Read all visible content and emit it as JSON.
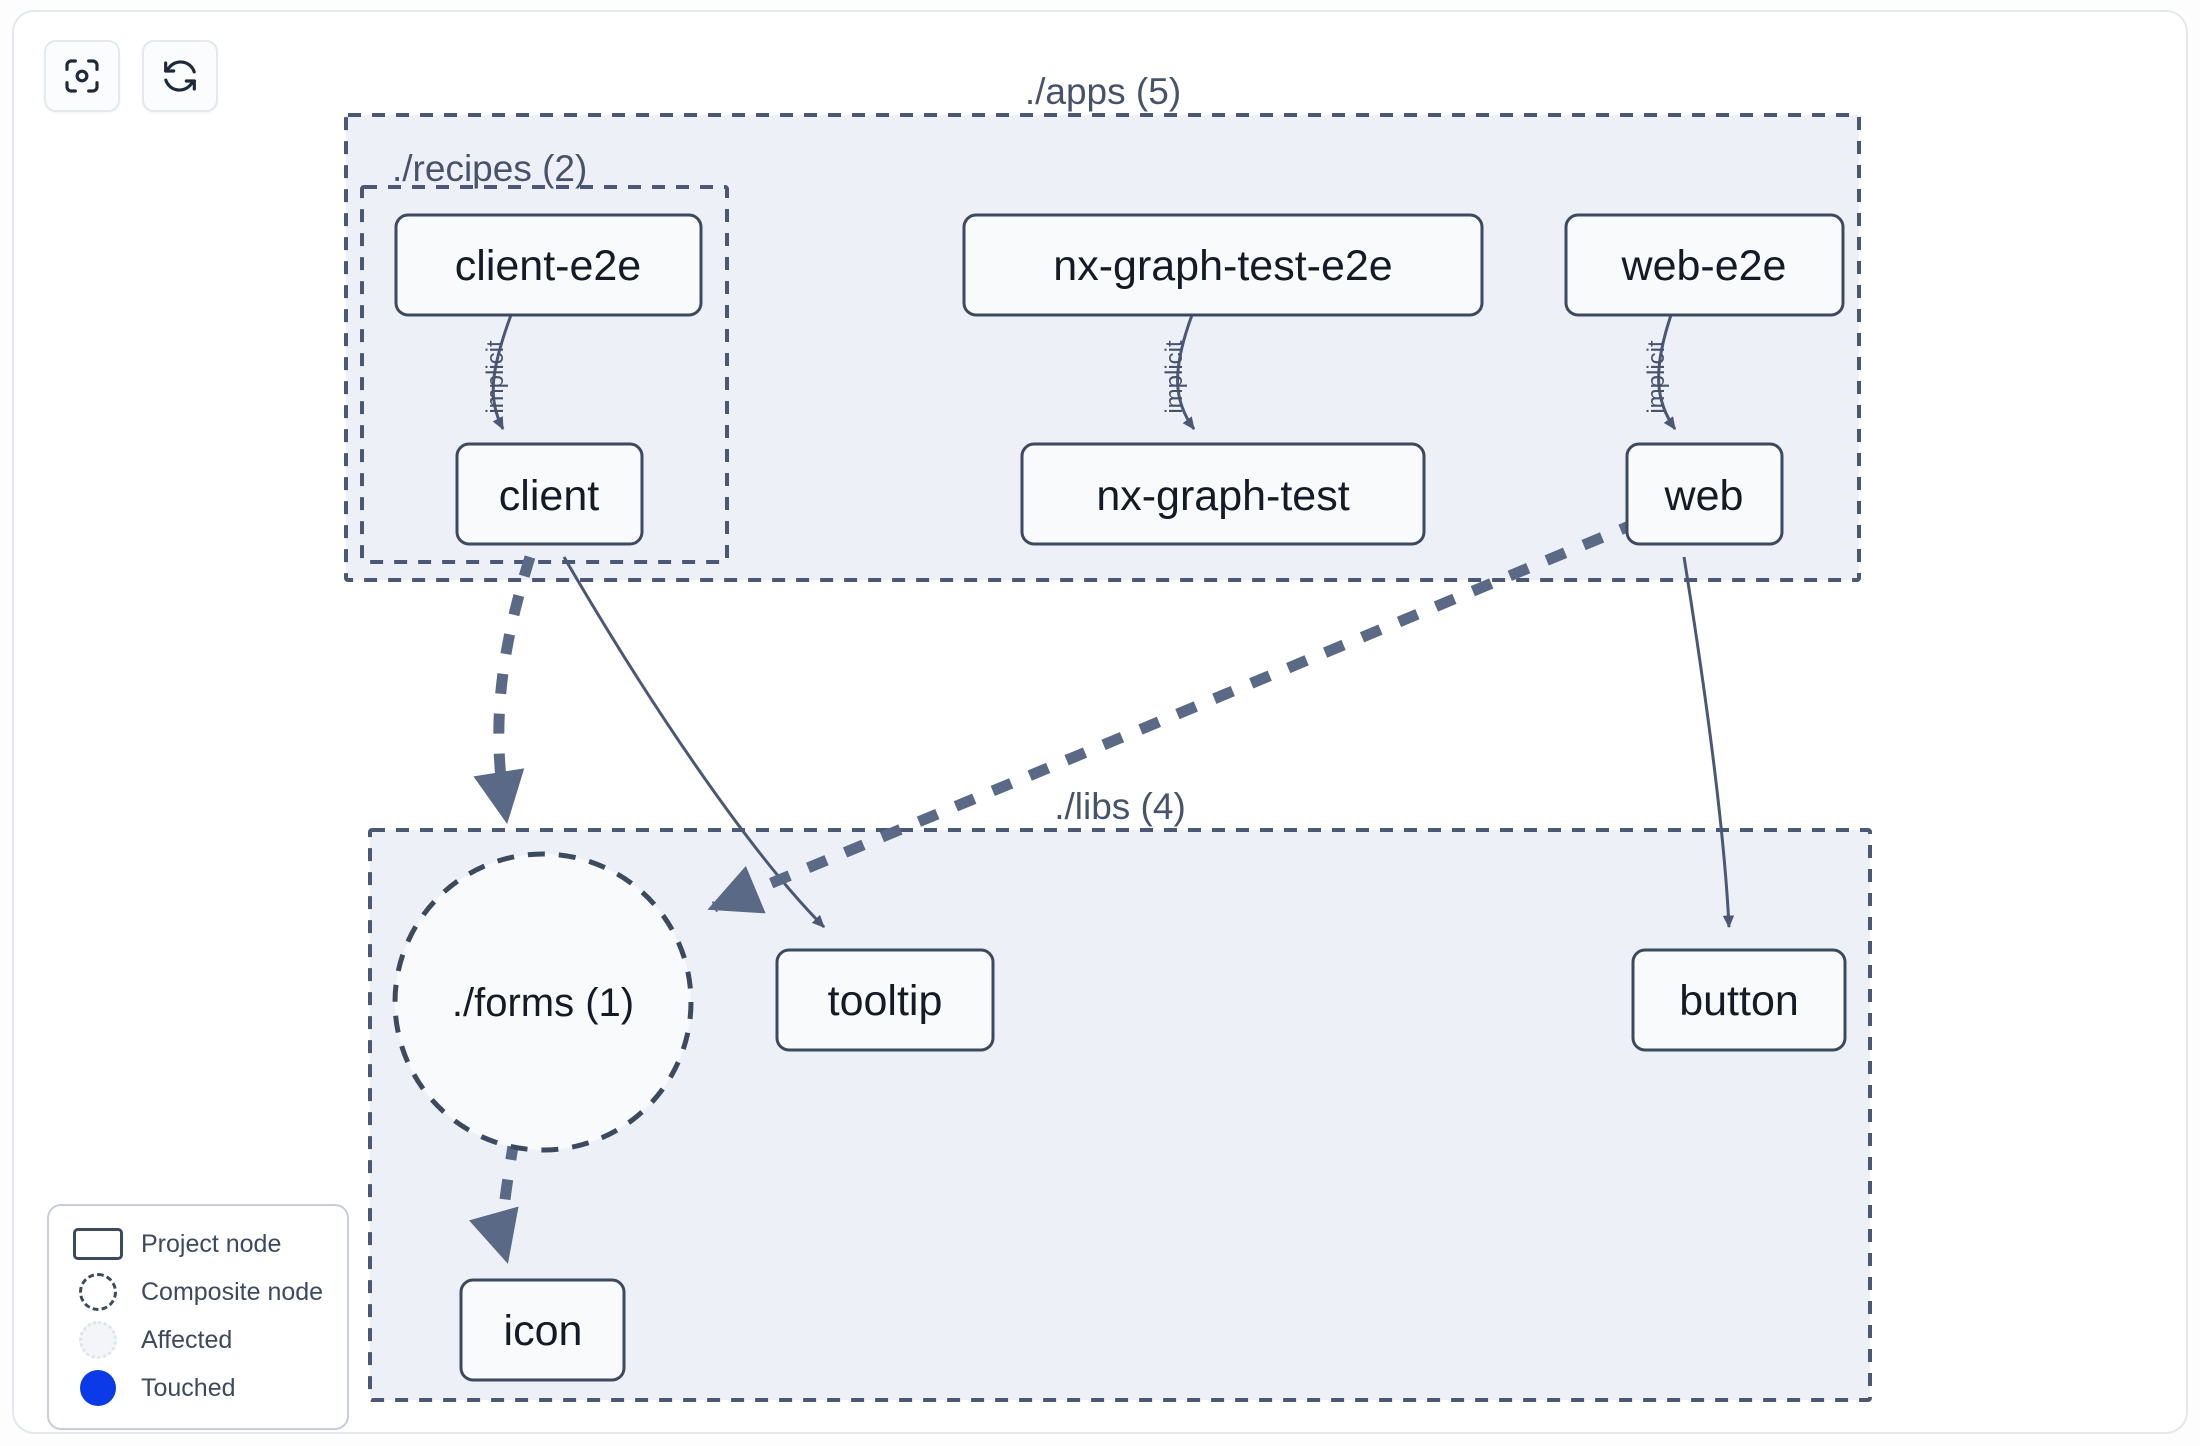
{
  "toolbar": {
    "buttons": [
      {
        "name": "focus-graph-button",
        "icon": "viewfinder-icon",
        "label": ""
      },
      {
        "name": "refresh-graph-button",
        "icon": "refresh-icon",
        "label": ""
      }
    ]
  },
  "graph": {
    "groups": [
      {
        "id": "apps",
        "label": "./apps (5)"
      },
      {
        "id": "recipes",
        "label": "./recipes (2)"
      },
      {
        "id": "libs",
        "label": "./libs (4)"
      }
    ],
    "nodes": [
      {
        "id": "client-e2e",
        "label": "client-e2e",
        "type": "project"
      },
      {
        "id": "nx-graph-test-e2e",
        "label": "nx-graph-test-e2e",
        "type": "project"
      },
      {
        "id": "web-e2e",
        "label": "web-e2e",
        "type": "project"
      },
      {
        "id": "client",
        "label": "client",
        "type": "project"
      },
      {
        "id": "nx-graph-test",
        "label": "nx-graph-test",
        "type": "project"
      },
      {
        "id": "web",
        "label": "web",
        "type": "project"
      },
      {
        "id": "forms",
        "label": "./forms (1)",
        "type": "composite"
      },
      {
        "id": "tooltip",
        "label": "tooltip",
        "type": "project"
      },
      {
        "id": "button",
        "label": "button",
        "type": "project"
      },
      {
        "id": "icon",
        "label": "icon",
        "type": "project"
      }
    ],
    "edges": [
      {
        "from": "client-e2e",
        "to": "client",
        "label": "implicit",
        "style": "solid"
      },
      {
        "from": "nx-graph-test-e2e",
        "to": "nx-graph-test",
        "label": "implicit",
        "style": "solid"
      },
      {
        "from": "web-e2e",
        "to": "web",
        "label": "implicit",
        "style": "solid"
      },
      {
        "from": "client",
        "to": "forms",
        "label": "",
        "style": "dashed"
      },
      {
        "from": "client",
        "to": "tooltip",
        "label": "",
        "style": "solid"
      },
      {
        "from": "web",
        "to": "forms",
        "label": "",
        "style": "dashed"
      },
      {
        "from": "web",
        "to": "button",
        "label": "",
        "style": "solid"
      },
      {
        "from": "forms",
        "to": "icon",
        "label": "",
        "style": "dashed"
      }
    ]
  },
  "legend": {
    "items": [
      {
        "swatch": "project-node-swatch",
        "label": "Project node"
      },
      {
        "swatch": "composite-node-swatch",
        "label": "Composite node"
      },
      {
        "swatch": "affected-swatch",
        "label": "Affected"
      },
      {
        "swatch": "touched-swatch",
        "label": "Touched"
      }
    ]
  },
  "colors": {
    "group_fill": "#edf1f7",
    "group_stroke": "#4a5875",
    "node_fill": "#f8fafc",
    "node_stroke": "#3c4a60",
    "edge": "#5a6a86",
    "touched": "#0b3be8",
    "text": "#141a26"
  }
}
